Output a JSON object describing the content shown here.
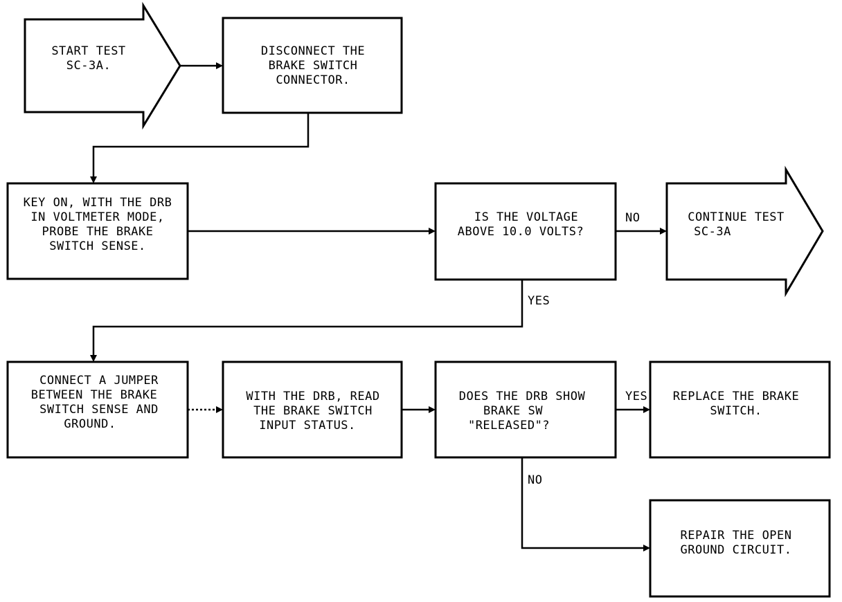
{
  "nodes": {
    "start": {
      "lines": [
        "START TEST",
        "SC-3A."
      ]
    },
    "disconnect": {
      "lines": [
        "DISCONNECT THE",
        "BRAKE SWITCH",
        "CONNECTOR."
      ]
    },
    "probe": {
      "lines": [
        "KEY ON, WITH THE DRB",
        "IN VOLTMETER MODE,",
        "PROBE THE BRAKE",
        "SWITCH SENSE."
      ]
    },
    "voltage_question": {
      "lines": [
        "IS THE VOLTAGE",
        "ABOVE 10.0 VOLTS?"
      ]
    },
    "continue": {
      "lines": [
        "CONTINUE TEST",
        "SC-3A"
      ]
    },
    "jumper": {
      "lines": [
        "CONNECT A JUMPER",
        "BETWEEN THE BRAKE",
        "SWITCH SENSE AND",
        "GROUND."
      ]
    },
    "read_status": {
      "lines": [
        "WITH THE DRB, READ",
        "THE BRAKE SWITCH",
        "INPUT STATUS."
      ]
    },
    "released_question": {
      "lines": [
        "DOES THE DRB SHOW",
        "BRAKE SW",
        "\"RELEASED\"?"
      ]
    },
    "replace": {
      "lines": [
        "REPLACE THE BRAKE",
        "SWITCH."
      ]
    },
    "repair": {
      "lines": [
        "REPAIR THE OPEN",
        "GROUND CIRCUIT."
      ]
    }
  },
  "edge_labels": {
    "voltage_no": "NO",
    "voltage_yes": "YES",
    "released_yes": "YES",
    "released_no": "NO"
  }
}
